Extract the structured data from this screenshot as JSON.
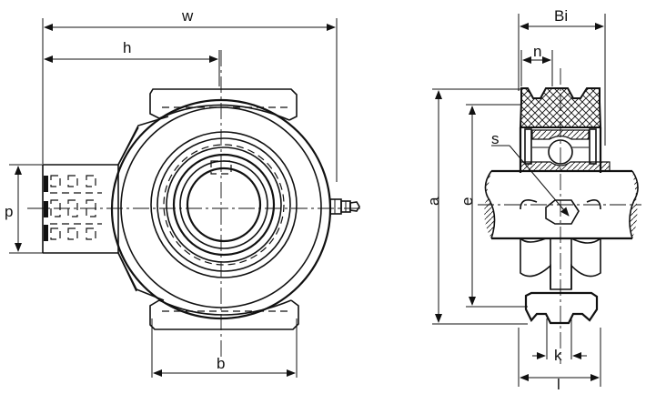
{
  "labels": {
    "w": "w",
    "h": "h",
    "p": "p",
    "b": "b",
    "bi": "Bi",
    "n": "n",
    "s": "s",
    "a": "a",
    "e": "e",
    "k": "k",
    "l": "l"
  }
}
